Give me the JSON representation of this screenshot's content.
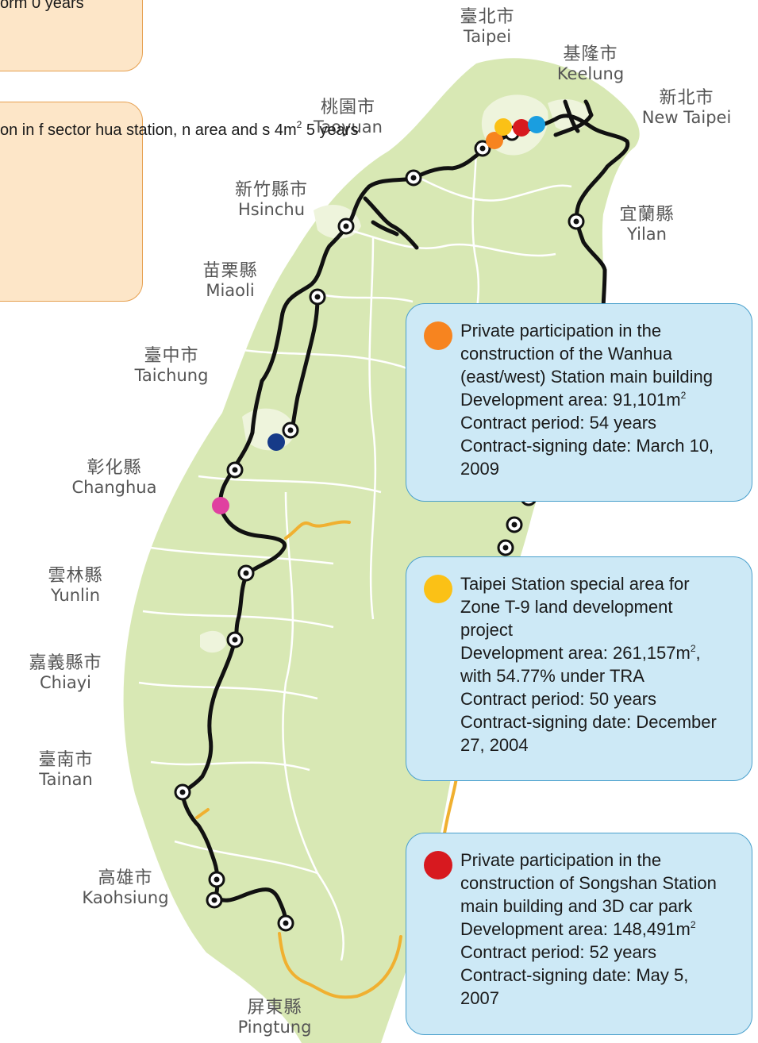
{
  "places": [
    {
      "id": "taipei",
      "zh": "臺北市",
      "en": "Taipei"
    },
    {
      "id": "keelung",
      "zh": "基隆市",
      "en": "Keelung"
    },
    {
      "id": "new-taipei",
      "zh": "新北市",
      "en": "New Taipei"
    },
    {
      "id": "taoyuan",
      "zh": "桃園市",
      "en": "Taoyuan"
    },
    {
      "id": "hsinchu",
      "zh": "新竹縣市",
      "en": "Hsinchu"
    },
    {
      "id": "yilan",
      "zh": "宜蘭縣",
      "en": "Yilan"
    },
    {
      "id": "miaoli",
      "zh": "苗栗縣",
      "en": "Miaoli"
    },
    {
      "id": "taichung",
      "zh": "臺中市",
      "en": "Taichung"
    },
    {
      "id": "changhua",
      "zh": "彰化縣",
      "en": "Changhua"
    },
    {
      "id": "yunlin",
      "zh": "雲林縣",
      "en": "Yunlin"
    },
    {
      "id": "chiayi",
      "zh": "嘉義縣市",
      "en": "Chiayi"
    },
    {
      "id": "tainan",
      "zh": "臺南市",
      "en": "Tainan"
    },
    {
      "id": "kaohsiung",
      "zh": "高雄市",
      "en": "Kaohsiung"
    },
    {
      "id": "pingtung",
      "zh": "屏東縣",
      "en": "Pingtung"
    }
  ],
  "colors": {
    "land": "#d8e8b4",
    "city": "#eef4dc",
    "border": "#ffffff",
    "railway": "#111111",
    "planned_line": "#f0b030",
    "wanhua": "#f7841f",
    "taipei_t9": "#fbc116",
    "songshan": "#d7191f",
    "blue_marker": "#1a9ee0",
    "navy_marker": "#163a88",
    "pink_marker": "#e040a0"
  },
  "partial_boxes": {
    "top": {
      "lines": [
        "orm",
        "0 years"
      ]
    },
    "second": {
      "lines": [
        "on in",
        "f sector",
        "hua station,",
        "n area and",
        "s",
        "4m²",
        "5 years"
      ]
    }
  },
  "projects": [
    {
      "id": "wanhua",
      "marker_color": "#f7841f",
      "lines": [
        "Private participation in the",
        "construction of the Wanhua",
        "(east/west) Station main building",
        "Development area: 91,101m²",
        "Contract period: 54 years",
        "Contract-signing date: March 10,",
        "2009"
      ]
    },
    {
      "id": "taipei-t9",
      "marker_color": "#fbc116",
      "lines": [
        "Taipei Station special area for",
        "Zone T-9 land development",
        "project",
        "Development area: 261,157m²,",
        "with 54.77% under TRA",
        "Contract period: 50 years",
        "Contract-signing date: December",
        "27, 2004"
      ]
    },
    {
      "id": "songshan",
      "marker_color": "#d7191f",
      "lines": [
        "Private participation in the",
        "construction of Songshan Station",
        "main building and 3D car park",
        "Development area: 148,491m²",
        "Contract period: 52 years",
        "Contract-signing date: May 5,",
        "2007"
      ]
    }
  ]
}
